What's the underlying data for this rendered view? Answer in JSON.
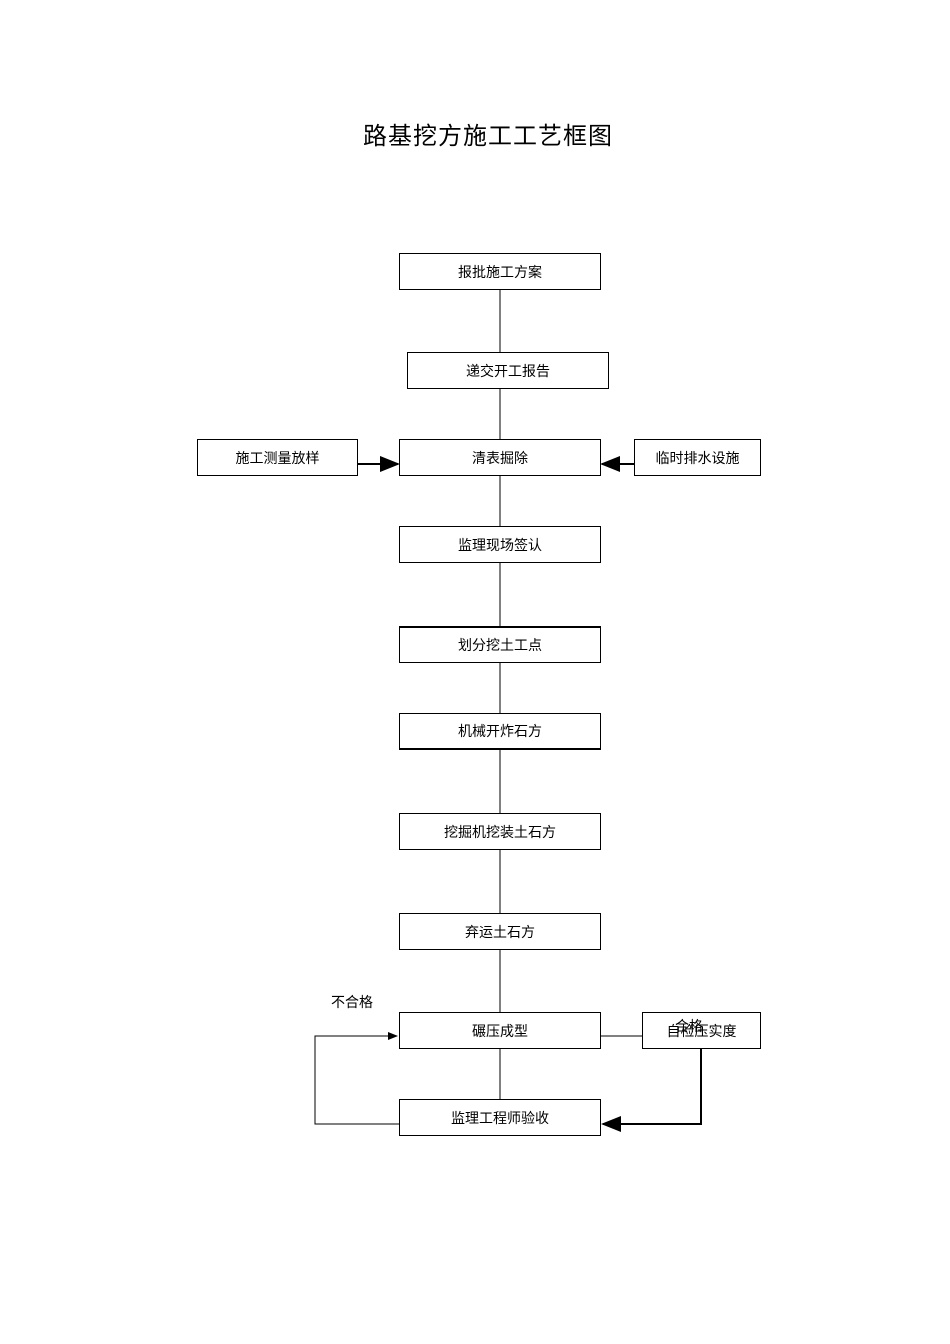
{
  "title": "路基挖方施工工艺框图",
  "steps": {
    "report_plan": "报批施工方案",
    "submit_report": "递交开工报告",
    "clear_surface": "清表掘除",
    "survey": "施工测量放样",
    "drainage": "临时排水设施",
    "supervisor_sign": "监理现场签认",
    "divide_points": "划分挖土工点",
    "blasting": "机械开炸石方",
    "excavator_load": "挖掘机挖装土石方",
    "haul": "弃运土石方",
    "compaction": "碾压成型",
    "self_check": "自检压实度",
    "engineer_accept": "监理工程师验收"
  },
  "labels": {
    "fail": "不合格",
    "pass": "合格"
  }
}
